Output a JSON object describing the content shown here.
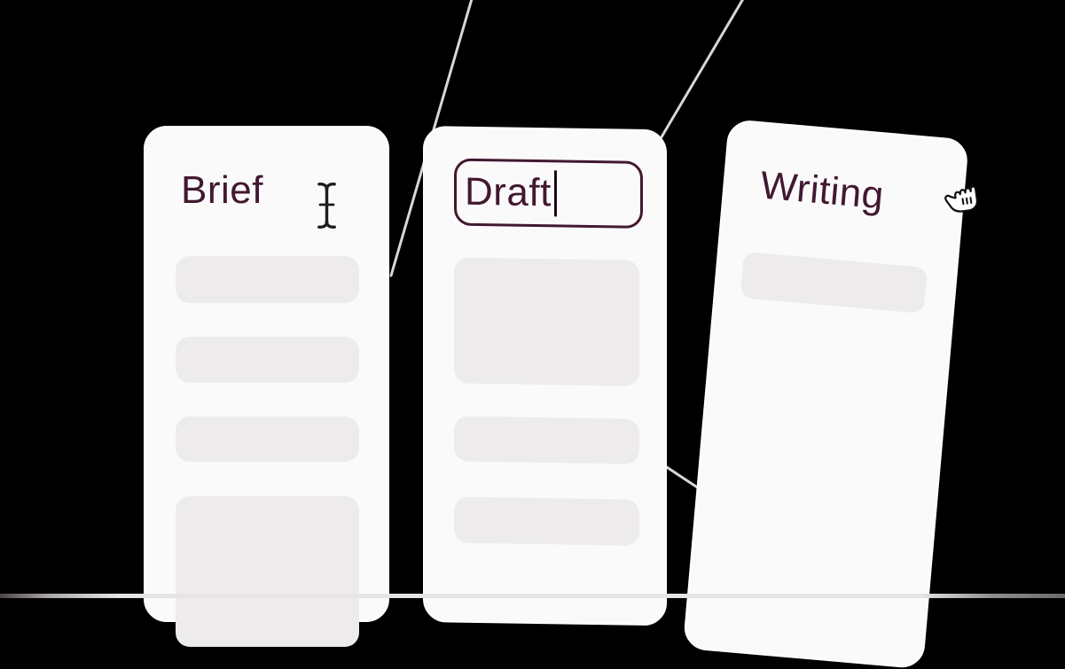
{
  "board": {
    "columns": [
      {
        "key": "brief",
        "title": "Brief",
        "state": "idle",
        "skeleton_rows": 4
      },
      {
        "key": "draft",
        "title": "Draft",
        "state": "editing-title",
        "skeleton_rows": 3
      },
      {
        "key": "writing",
        "title": "Writing",
        "state": "dragging",
        "skeleton_rows": 1
      }
    ]
  },
  "icons": {
    "text_cursor": "i-beam-text-cursor",
    "grab_cursor": "grabbing-hand-cursor"
  },
  "colors": {
    "background": "#000000",
    "card_background": "#fbfafb",
    "card_border": "#fffefe",
    "title_text": "#421830",
    "input_border": "#421830",
    "caret": "#1b0712",
    "skeleton_block": "#edebec",
    "connector_line": "#dad6d7",
    "bottom_bar": "#e6e4e5"
  }
}
